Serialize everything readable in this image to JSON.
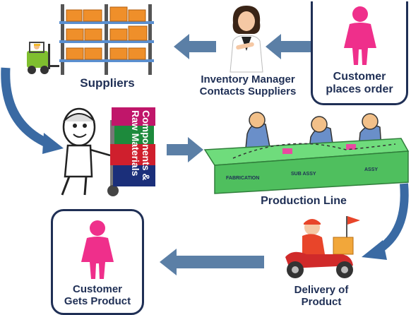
{
  "nodes": {
    "suppliers": {
      "label": "Suppliers"
    },
    "inventory_manager": {
      "line1": "Inventory Manager",
      "line2": "Contacts Suppliers"
    },
    "customer_order": {
      "line1": "Customer",
      "line2": "places order"
    },
    "materials": {
      "line1": "Components &",
      "line2": "Raw Materials"
    },
    "production": {
      "label": "Production Line",
      "sign1": "FABRICATION",
      "sign2": "SUB ASSY",
      "sign3": "ASSY"
    },
    "delivery": {
      "line1": "Delivery of",
      "line2": "Product"
    },
    "customer_gets": {
      "line1": "Customer",
      "line2": "Gets Product"
    }
  },
  "colors": {
    "arrow": "#5b7fa6",
    "arrow_dark": "#3a6aa3",
    "customer_icon": "#ef2f8b",
    "label_text": "#1f2f55",
    "table_green": "#6fdc7c",
    "shelf_orange": "#ef8f2a"
  }
}
